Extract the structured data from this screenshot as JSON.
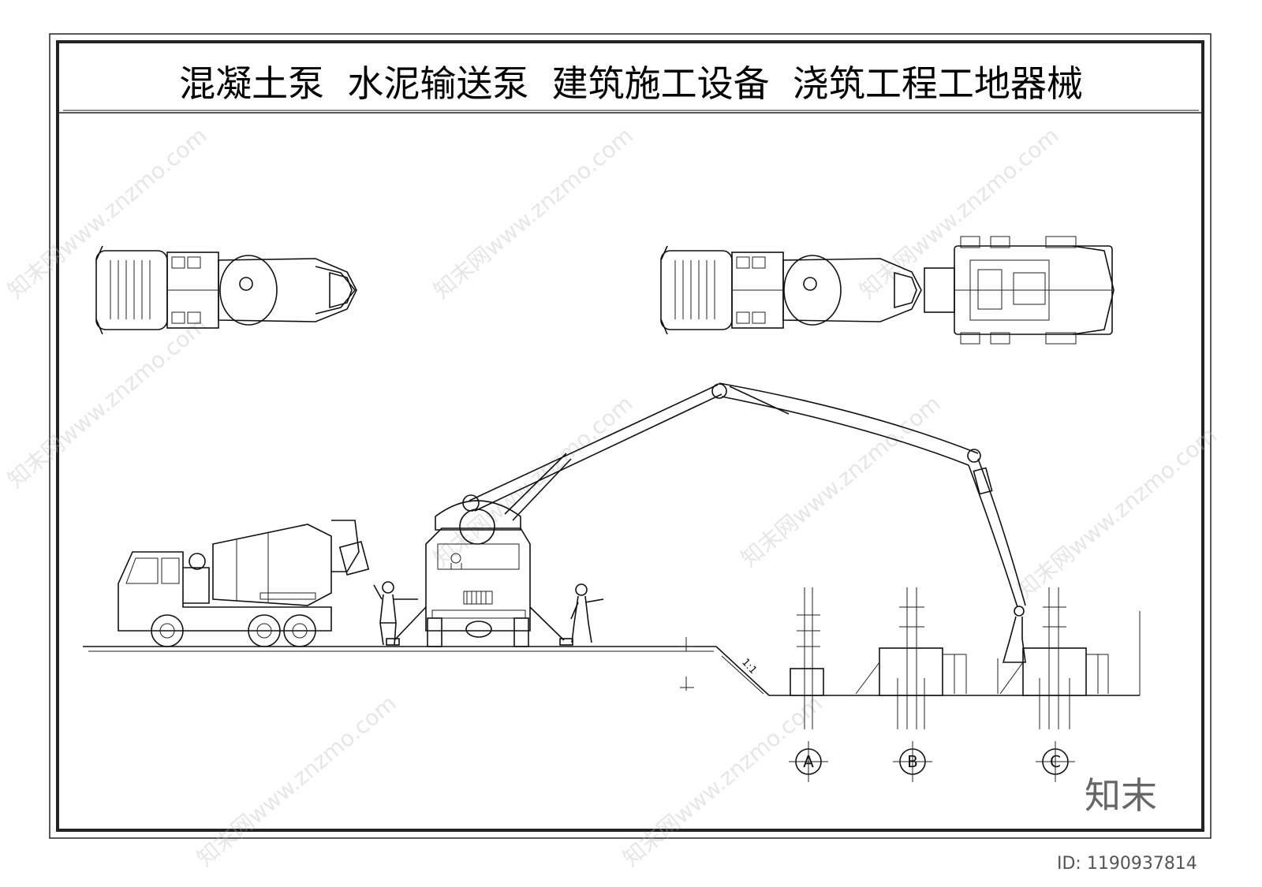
{
  "title": "混凝土泵  水泥输送泵  建筑施工设备  浇筑工程工地器械",
  "grid_labels": [
    "A",
    "B",
    "C"
  ],
  "slope_label": "1:1",
  "watermark": "知末网www.znzmo.com",
  "brand": {
    "logo": "知末",
    "id": "ID: 1190937814"
  }
}
